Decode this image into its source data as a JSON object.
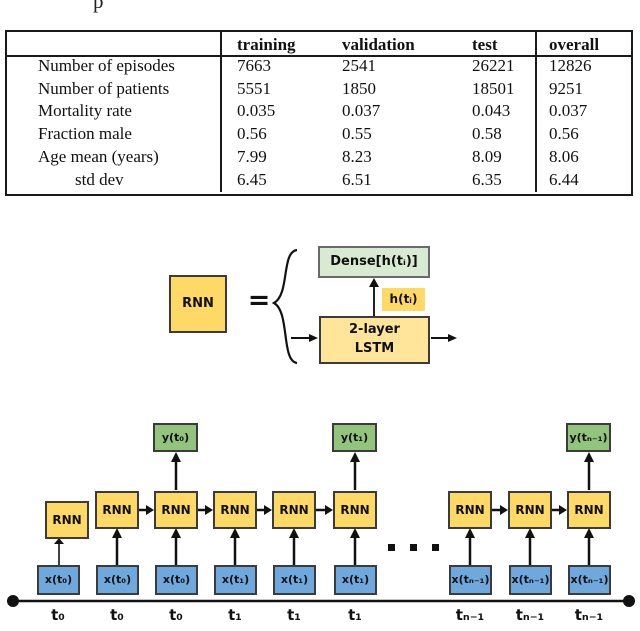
{
  "caption_fragment": "p",
  "colors": {
    "box-yellow": "#FFD966",
    "box-yellow-light": "#FFE599",
    "box-green": "#93C47D",
    "box-green-light": "#D9EAD3",
    "box-blue": "#6FA8DC",
    "border-dark": "#3b3b3b",
    "table-line": "#1a1a1a",
    "text": "#111111"
  },
  "table": {
    "headers": [
      "",
      "training",
      "validation",
      "test",
      "overall"
    ],
    "rows": [
      {
        "label": "Number of episodes",
        "values": [
          "7663",
          "2541",
          "26221",
          "12826"
        ]
      },
      {
        "label": "Number of patients",
        "values": [
          "5551",
          "1850",
          "18501",
          "9251"
        ]
      },
      {
        "label": "Mortality rate",
        "values": [
          "0.035",
          "0.037",
          "0.043",
          "0.037"
        ]
      },
      {
        "label": "Fraction male",
        "values": [
          "0.56",
          "0.55",
          "0.58",
          "0.56"
        ]
      },
      {
        "label": "Age mean (years)",
        "values": [
          "7.99",
          "8.23",
          "8.09",
          "8.06"
        ]
      },
      {
        "label": "std dev",
        "values": [
          "6.45",
          "6.51",
          "6.35",
          "6.44"
        ]
      }
    ]
  },
  "rnn_definition": {
    "rnn_label": "RNN",
    "equals": "=",
    "dense_label": "Dense[h(tᵢ)]",
    "hidden_label": "h(tᵢ)",
    "lstm_line1": "2-layer",
    "lstm_line2": "LSTM"
  },
  "unrolled": {
    "ellipsis": "⋯",
    "columns": [
      {
        "rnn": "RNN",
        "x": "x(t₀)",
        "t": "t₀"
      },
      {
        "rnn": "RNN",
        "x": "x(t₀)",
        "t": "t₀"
      },
      {
        "rnn": "RNN",
        "x": "x(t₀)",
        "t": "t₀",
        "y": "y(t₀)"
      },
      {
        "rnn": "RNN",
        "x": "x(t₁)",
        "t": "t₁"
      },
      {
        "rnn": "RNN",
        "x": "x(t₁)",
        "t": "t₁"
      },
      {
        "rnn": "RNN",
        "x": "x(t₁)",
        "t": "t₁",
        "y": "y(t₁)"
      },
      {
        "rnn": "RNN",
        "x": "x(tₙ₋₁)",
        "t": "tₙ₋₁"
      },
      {
        "rnn": "RNN",
        "x": "x(tₙ₋₁)",
        "t": "tₙ₋₁"
      },
      {
        "rnn": "RNN",
        "x": "x(tₙ₋₁)",
        "t": "tₙ₋₁",
        "y": "y(tₙ₋₁)"
      }
    ]
  }
}
